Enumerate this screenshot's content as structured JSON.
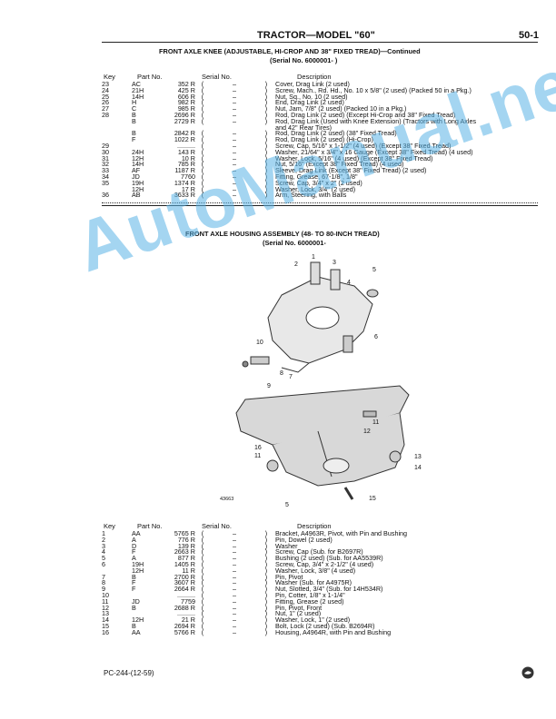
{
  "header": {
    "title": "TRACTOR—MODEL \"60\"",
    "page": "50-1"
  },
  "section1": {
    "title": "FRONT AXLE KNEE (ADJUSTABLE, HI-CROP AND 38\" FIXED TREAD)—Continued",
    "serial": "(Serial No. 6000001-          )",
    "columns": {
      "key": "Key",
      "part": "Part No.",
      "serial": "Serial No.",
      "desc": "Description"
    },
    "rows": [
      {
        "key": "23",
        "pfx": "AC",
        "pn": "352 R",
        "ob": "(",
        "ser": "–",
        "cb": ")",
        "desc": "Cover, Drag Link (2 used)"
      },
      {
        "key": "24",
        "pfx": "21H",
        "pn": "425 R",
        "ob": "(",
        "ser": "–",
        "cb": ")",
        "desc": "Screw, Mach., Rd. Hd., No. 10 x 5/8\" (2 used) (Packed 50 in a Pkg.)"
      },
      {
        "key": "25",
        "pfx": "14H",
        "pn": "606 R",
        "ob": "(",
        "ser": "–",
        "cb": ")",
        "desc": "Nut, Sq., No. 10 (2 used)"
      },
      {
        "key": "26",
        "pfx": "H",
        "pn": "982 R",
        "ob": "(",
        "ser": "–",
        "cb": ")",
        "desc": "End, Drag Link (2 used)"
      },
      {
        "key": "27",
        "pfx": "C",
        "pn": "985 R",
        "ob": "(",
        "ser": "–",
        "cb": ")",
        "desc": "Nut, Jam, 7/8\" (2 used) (Packed 10 in a Pkg.)"
      },
      {
        "key": "28",
        "pfx": "B",
        "pn": "2696 R",
        "ob": "(",
        "ser": "–",
        "cb": ")",
        "desc": "Rod, Drag Link (2 used) (Except Hi-Crop and 38\" Fixed Tread)"
      },
      {
        "key": "",
        "pfx": "B",
        "pn": "2729 R",
        "ob": "(",
        "ser": "–",
        "cb": ")",
        "desc": "Rod, Drag Link (Used with Knee Extension) (Tractors with Long Axles"
      },
      {
        "key": "",
        "pfx": "",
        "pn": "",
        "ob": "",
        "ser": "",
        "cb": "",
        "desc": "and 42\" Rear Tires)"
      },
      {
        "key": "",
        "pfx": "B",
        "pn": "2842 R",
        "ob": "(",
        "ser": "–",
        "cb": ")",
        "desc": "Rod, Drag Link (2 used) (38\" Fixed Tread)"
      },
      {
        "key": "",
        "pfx": "F",
        "pn": "1022 R",
        "ob": "(",
        "ser": "–",
        "cb": ")",
        "desc": "Rod, Drag Link (2 used) (Hi-Crop)"
      },
      {
        "key": "29",
        "pfx": "",
        "pn": "..........",
        "ob": "(",
        "ser": "–",
        "cb": ")",
        "desc": "Screw, Cap, 5/16\" x 1-1/2\" (4 used) (Except 38\" Fixed Tread)"
      },
      {
        "key": "30",
        "pfx": "24H",
        "pn": "143 R",
        "ob": "(",
        "ser": "–",
        "cb": ")",
        "desc": "Washer, 21/64\" x 3/4\" x 16 Gauge (Except 38\" Fixed Tread) (4 used)"
      },
      {
        "key": "31",
        "pfx": "12H",
        "pn": "10 R",
        "ob": "(",
        "ser": "–",
        "cb": ")",
        "desc": "Washer, Lock, 5/16\" (4 used) (Except 38\" Fixed Tread)"
      },
      {
        "key": "32",
        "pfx": "14H",
        "pn": "785 R",
        "ob": "(",
        "ser": "–",
        "cb": ")",
        "desc": "Nut, 5/16\" (Except 38\" Fixed Tread) (4 used)"
      },
      {
        "key": "33",
        "pfx": "AF",
        "pn": "1187 R",
        "ob": "(",
        "ser": "–",
        "cb": ")",
        "desc": "Sleeve, Drag Link (Except 38\" Fixed Tread) (2 used)"
      },
      {
        "key": "34",
        "pfx": "JD",
        "pn": "7760",
        "ob": "(",
        "ser": "–",
        "cb": ")",
        "desc": "Fitting, Grease, 67-1/8\", 1/8\""
      },
      {
        "key": "35",
        "pfx": "19H",
        "pn": "1374 R",
        "ob": "(",
        "ser": "–",
        "cb": ")",
        "desc": "Screw, Cap, 3/4\" x 2\" (2 used)"
      },
      {
        "key": "",
        "pfx": "12H",
        "pn": "17 R",
        "ob": "(",
        "ser": "–",
        "cb": ")",
        "desc": "Washer, Lock, 3/4\" (2 used)"
      },
      {
        "key": "36",
        "pfx": "AB",
        "pn": "3633 R",
        "ob": "(",
        "ser": "–",
        "cb": ")",
        "desc": "Arm, Steering, with Balls"
      }
    ]
  },
  "section2": {
    "title": "FRONT AXLE HOUSING ASSEMBLY (48- TO 80-INCH TREAD)",
    "serial": "(Serial No. 6000001-",
    "figure_id": "43663",
    "callouts": [
      "1",
      "2",
      "3",
      "4",
      "5",
      "6",
      "7",
      "8",
      "9",
      "10",
      "11",
      "12",
      "13",
      "14",
      "15",
      "16",
      "11",
      "5"
    ],
    "columns": {
      "key": "Key",
      "part": "Part No.",
      "serial": "Serial No.",
      "desc": "Description"
    },
    "rows": [
      {
        "key": "1",
        "pfx": "AA",
        "pn": "5765 R",
        "ob": "(",
        "ser": "–",
        "cb": ")",
        "desc": "Bracket, A4963R, Pivot, with Pin and Bushing"
      },
      {
        "key": "2",
        "pfx": "A",
        "pn": "776 R",
        "ob": "(",
        "ser": "–",
        "cb": ")",
        "desc": "Pin, Dowel (2 used)"
      },
      {
        "key": "3",
        "pfx": "D",
        "pn": "139 R",
        "ob": "(",
        "ser": "–",
        "cb": ")",
        "desc": "Washer"
      },
      {
        "key": "4",
        "pfx": "F",
        "pn": "2663 R",
        "ob": "(",
        "ser": "–",
        "cb": ")",
        "desc": "Screw, Cap (Sub. for B2697R)"
      },
      {
        "key": "5",
        "pfx": "A",
        "pn": "877 R",
        "ob": "(",
        "ser": "–",
        "cb": ")",
        "desc": "Bushing (2 used) (Sub. for AA5539R)"
      },
      {
        "key": "6",
        "pfx": "19H",
        "pn": "1405 R",
        "ob": "(",
        "ser": "–",
        "cb": ")",
        "desc": "Screw, Cap, 3/4\" x 2-1/2\" (4 used)"
      },
      {
        "key": "",
        "pfx": "12H",
        "pn": "11 R",
        "ob": "(",
        "ser": "–",
        "cb": ")",
        "desc": "Washer, Lock, 3/8\" (4 used)"
      },
      {
        "key": "7",
        "pfx": "B",
        "pn": "2700 R",
        "ob": "(",
        "ser": "–",
        "cb": ")",
        "desc": "Pin, Pivot"
      },
      {
        "key": "8",
        "pfx": "F",
        "pn": "3607 R",
        "ob": "(",
        "ser": "–",
        "cb": ")",
        "desc": "Washer (Sub. for A4975R)"
      },
      {
        "key": "9",
        "pfx": "F",
        "pn": "2664 R",
        "ob": "(",
        "ser": "–",
        "cb": ")",
        "desc": "Nut, Slotted, 3/4\" (Sub. for 14H534R)"
      },
      {
        "key": "10",
        "pfx": "",
        "pn": "..........",
        "ob": "(",
        "ser": "–",
        "cb": ")",
        "desc": "Pin, Cotter, 1/8\" x 1-1/4\""
      },
      {
        "key": "11",
        "pfx": "JD",
        "pn": "7759",
        "ob": "(",
        "ser": "–",
        "cb": ")",
        "desc": "Fitting, Grease (2 used)"
      },
      {
        "key": "12",
        "pfx": "B",
        "pn": "2688 R",
        "ob": "(",
        "ser": "–",
        "cb": ")",
        "desc": "Pin, Pivot, Front"
      },
      {
        "key": "13",
        "pfx": "",
        "pn": "..........",
        "ob": "(",
        "ser": "–",
        "cb": ")",
        "desc": "Nut, 1\" (2 used)"
      },
      {
        "key": "14",
        "pfx": "12H",
        "pn": "21 R",
        "ob": "(",
        "ser": "–",
        "cb": ")",
        "desc": "Washer, Lock, 1\" (2 used)"
      },
      {
        "key": "15",
        "pfx": "B",
        "pn": "2694 R",
        "ob": "(",
        "ser": "–",
        "cb": ")",
        "desc": "Bolt, Lock (2 used) (Sub. B2694R)"
      },
      {
        "key": "16",
        "pfx": "AA",
        "pn": "5766 R",
        "ob": "(",
        "ser": "–",
        "cb": ")",
        "desc": "Housing, A4964R, with Pin and Bushing"
      }
    ]
  },
  "footer": {
    "code": "PC-244-(12-59)"
  },
  "watermark": "AutoManual.net"
}
